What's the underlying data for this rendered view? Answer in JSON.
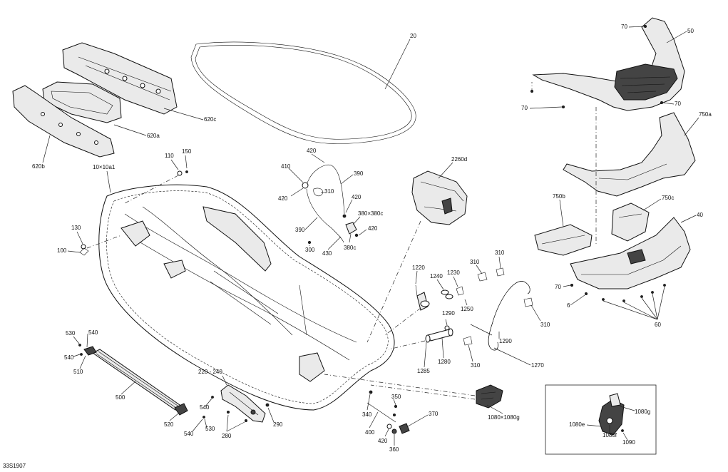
{
  "document_code": "33S1907",
  "labels": {
    "l20": "20",
    "l50": "50",
    "l70a": "70",
    "l70b": "70",
    "l70c": "70",
    "l70d": "70",
    "l750a": "750a",
    "l750b": "750b",
    "l750c": "750c",
    "l40": "40",
    "l6": "6",
    "l60": "60",
    "l620a": "620a",
    "l620b": "620b",
    "l620c": "620c",
    "l110": "110",
    "l150": "150",
    "l10x10a1": "10×10a1",
    "l130": "130",
    "l100": "100",
    "l420a": "420",
    "l410": "410",
    "l390a": "390",
    "l420b": "420",
    "l310a": "310",
    "l420c": "420",
    "l380x380c": "380×380c",
    "l390b": "390",
    "l420d": "420",
    "l300": "300",
    "l430": "430",
    "l380c": "380c",
    "l2260d": "2260d",
    "l1220": "1220",
    "l1240": "1240",
    "l1230": "1230",
    "l1250": "1250",
    "l310b": "310",
    "l310c": "310",
    "l310d": "310",
    "l310e": "310",
    "l1290a": "1290",
    "l1290b": "1290",
    "l1270": "1270",
    "l1280": "1280",
    "l1285": "1285",
    "l1080x1080g": "1080×1080g",
    "l530": "530",
    "l540a": "540",
    "l540b": "540",
    "l510": "510",
    "l500": "500",
    "l520": "520",
    "l220_240": "220 - 240",
    "l540c": "540",
    "l540d": "540",
    "l530b": "530",
    "l280": "280",
    "l290": "290",
    "l340": "340",
    "l350": "350",
    "l370": "370",
    "l400": "400",
    "l420e": "420",
    "l360": "360",
    "l1080g": "1080g",
    "l1080e": "1080e",
    "l1080f": "1080f",
    "l1090": "1090"
  }
}
